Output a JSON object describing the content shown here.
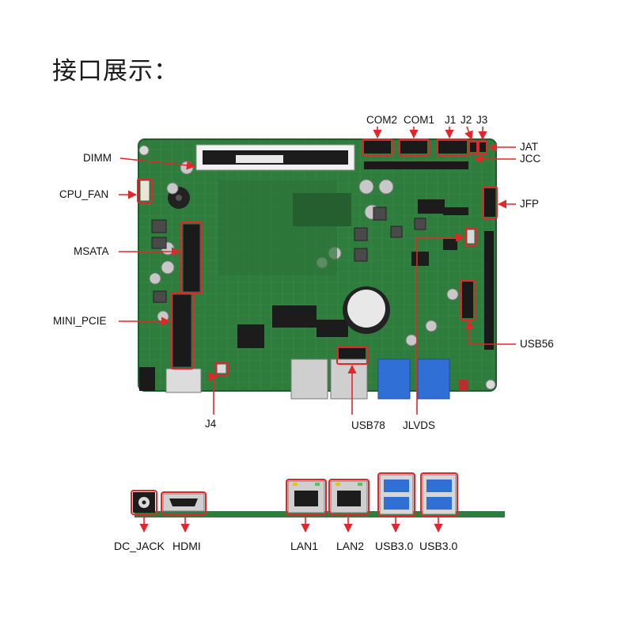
{
  "title": "接口展示：",
  "colors": {
    "accent_red": "#e3262a",
    "pcb_green": "#2f7d3c",
    "pcb_dark": "#1f5e2c",
    "port_blue": "#2f6fd6"
  },
  "top_board": {
    "labels": {
      "dimm": "DIMM",
      "cpu_fan": "CPU_FAN",
      "msata": "MSATA",
      "mini_pcie": "MINI_PCIE",
      "com2": "COM2",
      "com1": "COM1",
      "j1": "J1",
      "j2": "J2",
      "j3": "J3",
      "jat": "JAT",
      "jcc": "JCC",
      "jfp": "JFP",
      "usb56": "USB56",
      "j4": "J4",
      "usb78": "USB78",
      "jlvds": "JLVDS"
    }
  },
  "io_panel": {
    "labels": {
      "dc_jack": "DC_JACK",
      "hdmi": "HDMI",
      "lan1": "LAN1",
      "lan2": "LAN2",
      "usb30_a": "USB3.0",
      "usb30_b": "USB3.0"
    }
  }
}
